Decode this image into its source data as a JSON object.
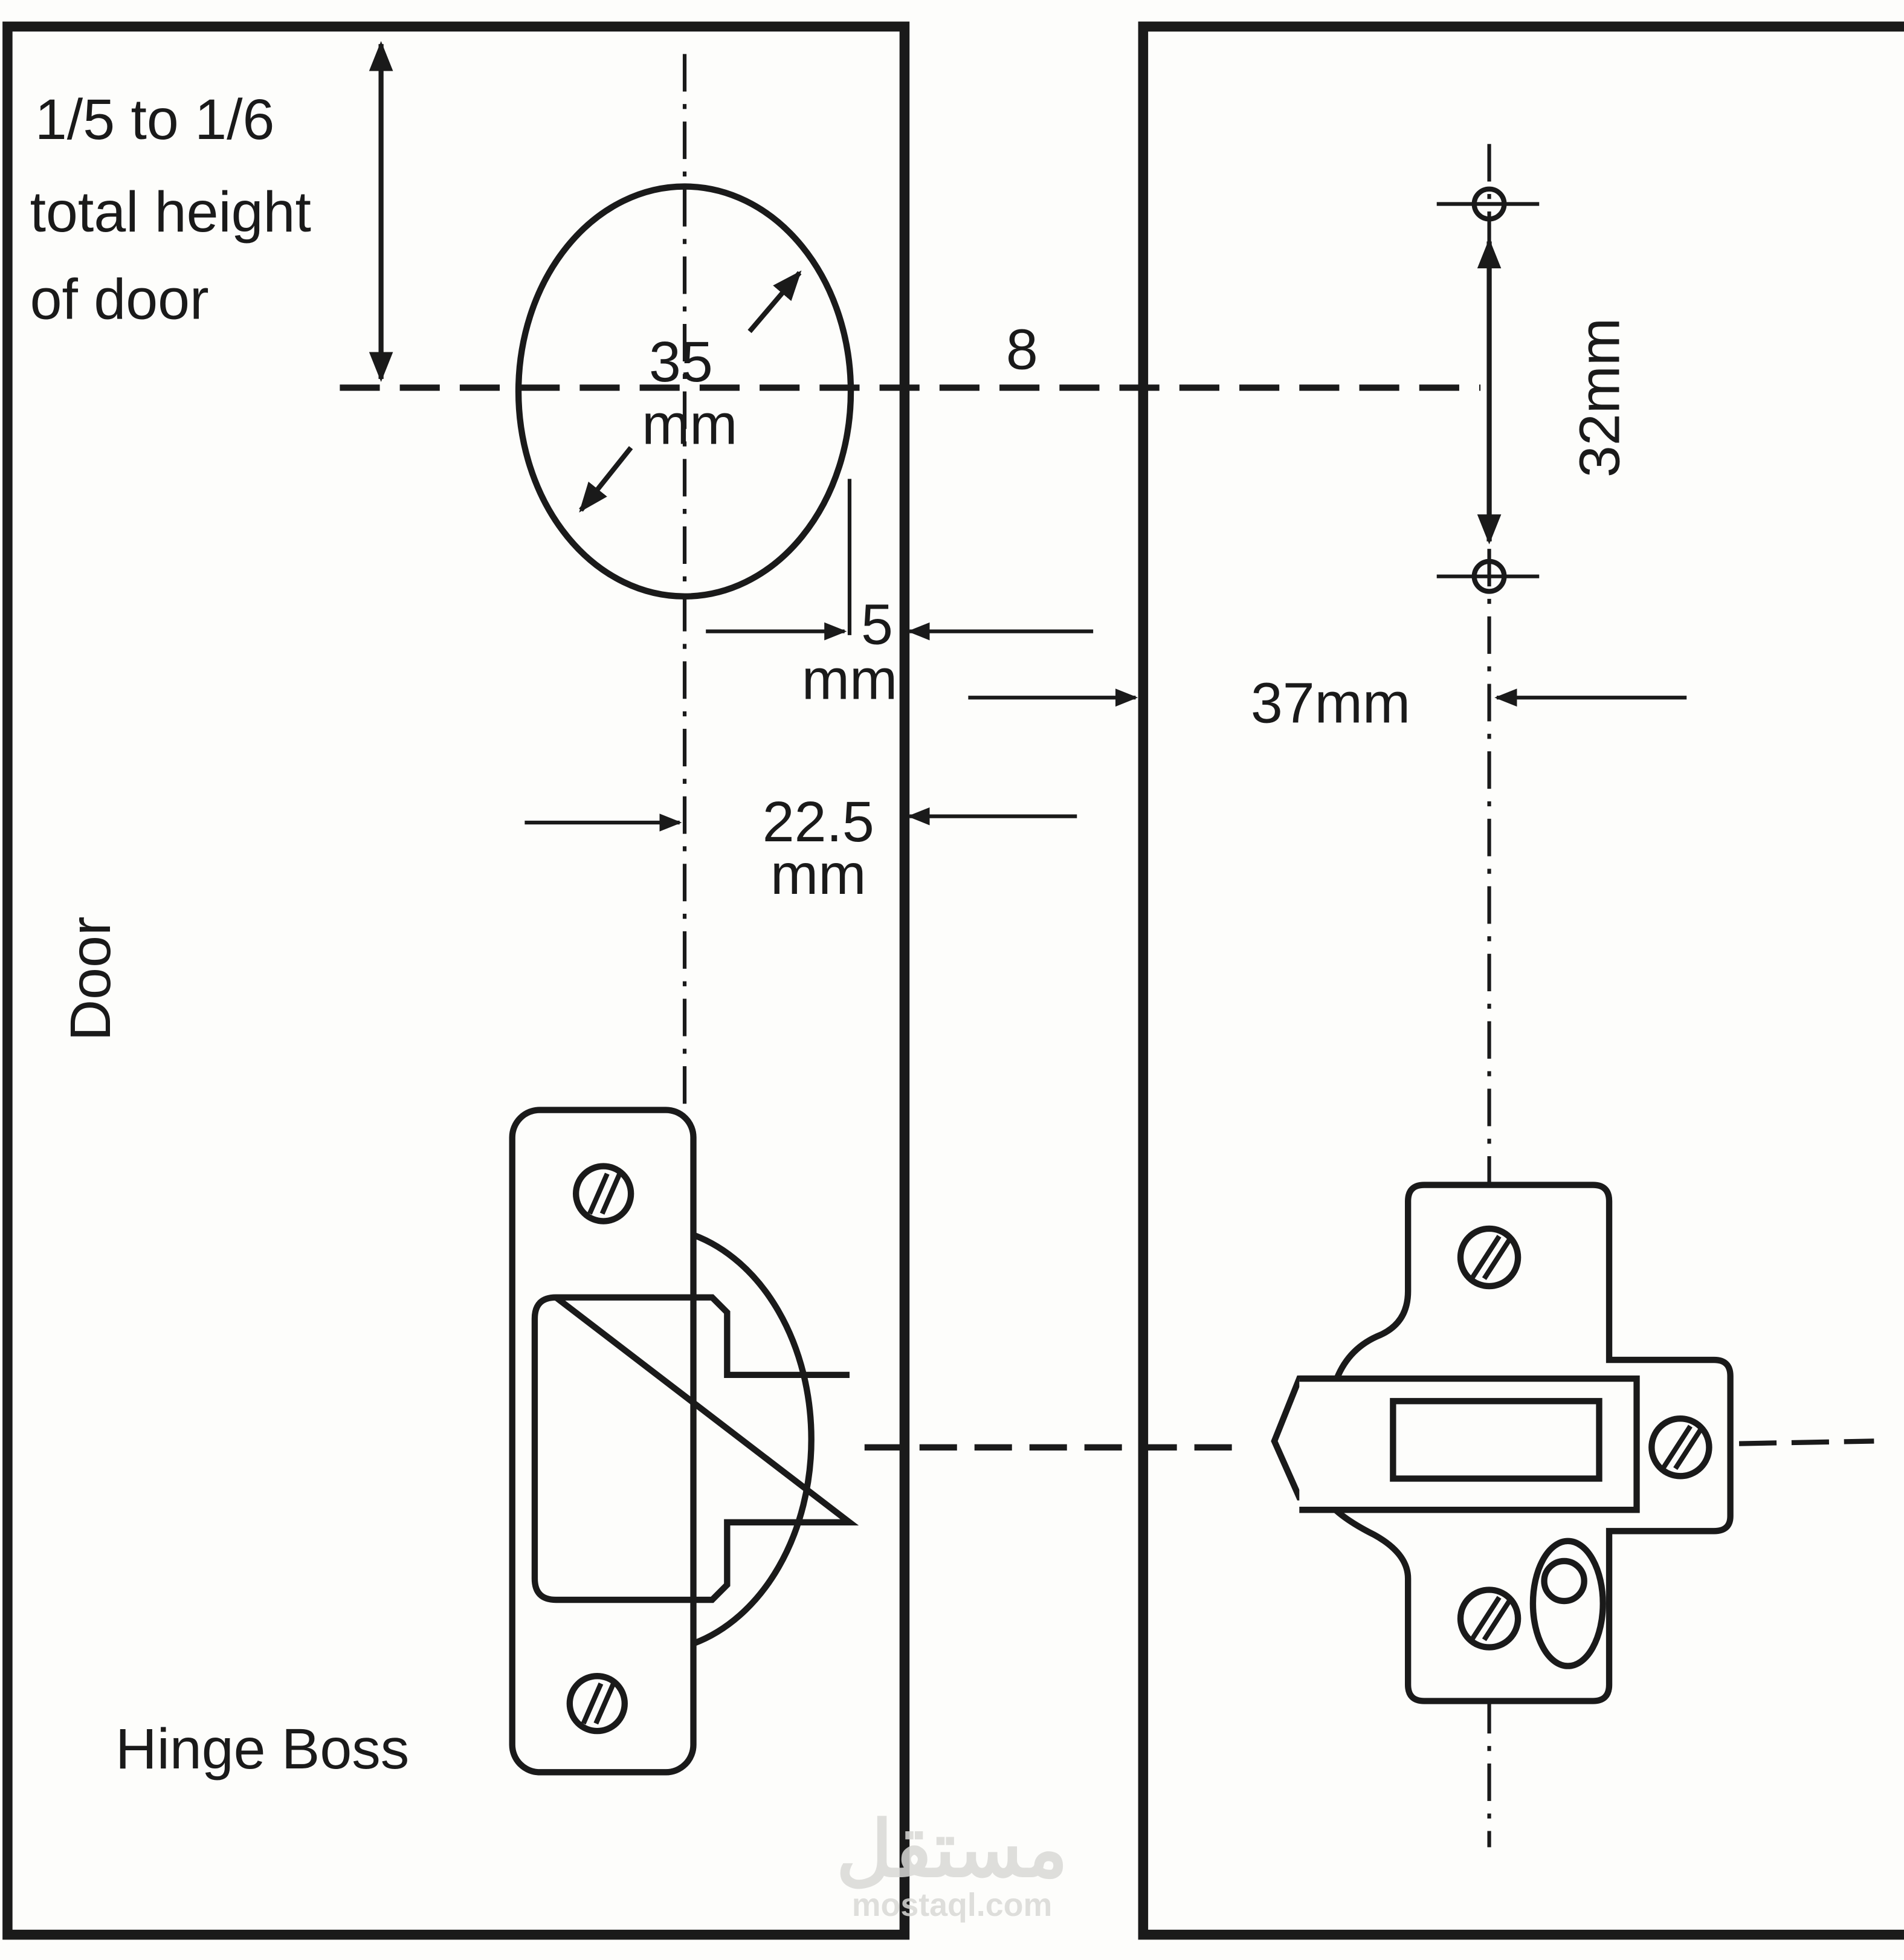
{
  "labels": {
    "height_rule_line1": "1/5 to 1/6",
    "height_rule_line2": "total height",
    "height_rule_line3": "of door",
    "bore_diameter_value": "35",
    "bore_diameter_unit": "mm",
    "gap_label": "8",
    "edge_distance_value": "5",
    "edge_distance_unit": "mm",
    "center_distance_value": "22.5",
    "center_distance_unit": "mm",
    "plate_setback": "37mm",
    "plate_hole_spacing": "32mm",
    "door": "Door",
    "hinge_boss": "Hinge Boss"
  },
  "watermark": {
    "arabic": "مستقل",
    "latin": "mostaql.com"
  },
  "colors": {
    "ink": "#1a1a1a",
    "background": "#fdfdfb",
    "watermark": "#d9d9d6"
  }
}
